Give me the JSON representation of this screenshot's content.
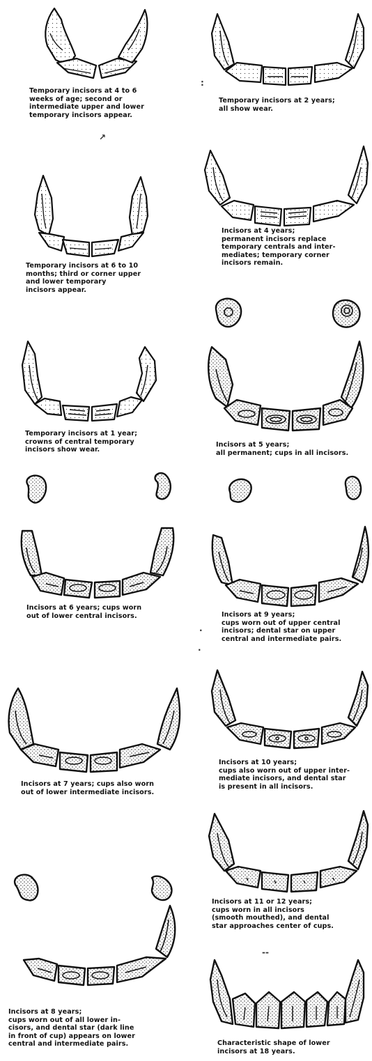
{
  "left_column": [
    {
      "caption": "Temporary incisors at 4 to 6\nweeks of age;  second or\nintermediate upper and lower\ntemporary incisors appear."
    },
    {
      "caption": "Temporary incisors at 6 to 10\nmonths;  third or corner upper\nand lower temporary\nincisors appear."
    },
    {
      "caption": "Temporary incisors at 1 year;\ncrowns of central temporary\nincisors show wear."
    },
    {
      "caption": "Incisors at 6 years;  cups worn\nout of lower central incisors."
    },
    {
      "caption": "Incisors at 7 years;  cups also worn\nout of lower intermediate incisors."
    },
    {
      "caption": "Incisors at 8 years;\ncups worn out of all lower in-\ncisors, and dental star (dark line\nin front of cup) appears on lower\ncentral and intermediate pairs."
    }
  ],
  "right_column": [
    {
      "caption": "Temporary incisors at 2 years;\nall show wear."
    },
    {
      "caption": "Incisors at 4 years;\npermanent incisors replace\ntemporary centrals and inter-\nmediates; temporary corner\nincisors remain."
    },
    {
      "caption": "Incisors at 5 years;\nall permanent;  cups in all incisors."
    },
    {
      "caption": "Incisors at 9 years;\ncups worn out of upper central\nincisors;  dental star on upper\ncentral and intermediate pairs."
    },
    {
      "caption": "Incisors at 10 years;\ncups also worn out of upper inter-\nmediate incisors, and dental star\nis present in all incisors."
    },
    {
      "caption": "Incisors at 11 or 12 years;\ncups worn in all incisors\n(smooth mouthed), and dental\nstar approaches center of cups."
    },
    {
      "caption": "Characteristic shape of lower\nincisors at 18 years."
    }
  ]
}
